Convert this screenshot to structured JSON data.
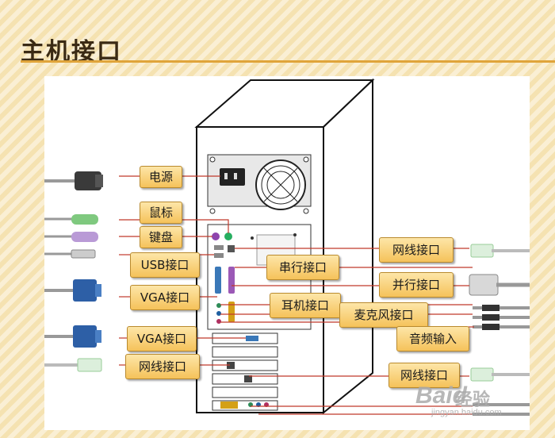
{
  "title": "主机接口",
  "labels": {
    "power": "电源",
    "mouse": "鼠标",
    "keyboard": "键盘",
    "usb": "USB接口",
    "serial": "串行接口",
    "vga_left": "VGA接口",
    "vga_card": "VGA接口",
    "network_left": "网线接口",
    "network_top_right": "网线接口",
    "parallel": "并行接口",
    "headphone": "耳机接口",
    "microphone": "麦克风接口",
    "audio_in": "音频输入",
    "network_right": "网线接口"
  },
  "watermark": {
    "brand": "Baid",
    "sub": "经验",
    "url": "jingyan.baidu.com"
  },
  "colors": {
    "label_fill": "#f5c25a",
    "line": "#c0392b",
    "title_rule": "#e0a43a"
  }
}
